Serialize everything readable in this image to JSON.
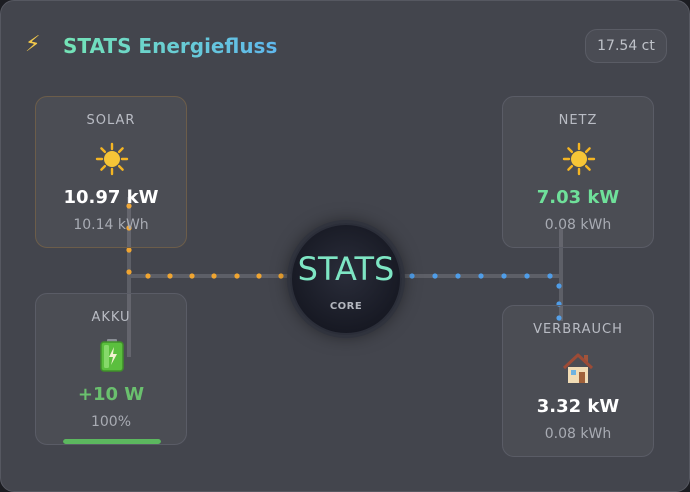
{
  "header": {
    "icon": "lightning-icon",
    "title": "STATS Energiefluss",
    "price": "17.54 ct"
  },
  "nodes": {
    "solar": {
      "label": "SOLAR",
      "icon": "sun-icon",
      "value": "10.97 kW",
      "energy": "10.14 kWh"
    },
    "netz": {
      "label": "NETZ",
      "icon": "sun-icon",
      "value": "7.03 kW",
      "energy": "0.08 kWh"
    },
    "akku": {
      "label": "AKKU",
      "icon": "battery-icon",
      "value": "+10 W",
      "soc": "100%",
      "soc_fraction": 1.0
    },
    "verbrauch": {
      "label": "VERBRAUCH",
      "icon": "house-icon",
      "value": "3.32 kW",
      "energy": "0.08 kWh"
    }
  },
  "core": {
    "title": "STATS",
    "subtitle": "CORE"
  },
  "colors": {
    "solar_flow": "#f0a531",
    "grid_flow": "#4f9de8",
    "netz_value": "#6fe09a",
    "akku_value": "#6ac06e",
    "title_gradient_start": "#74e4b6",
    "title_gradient_end": "#5fb8ee"
  }
}
